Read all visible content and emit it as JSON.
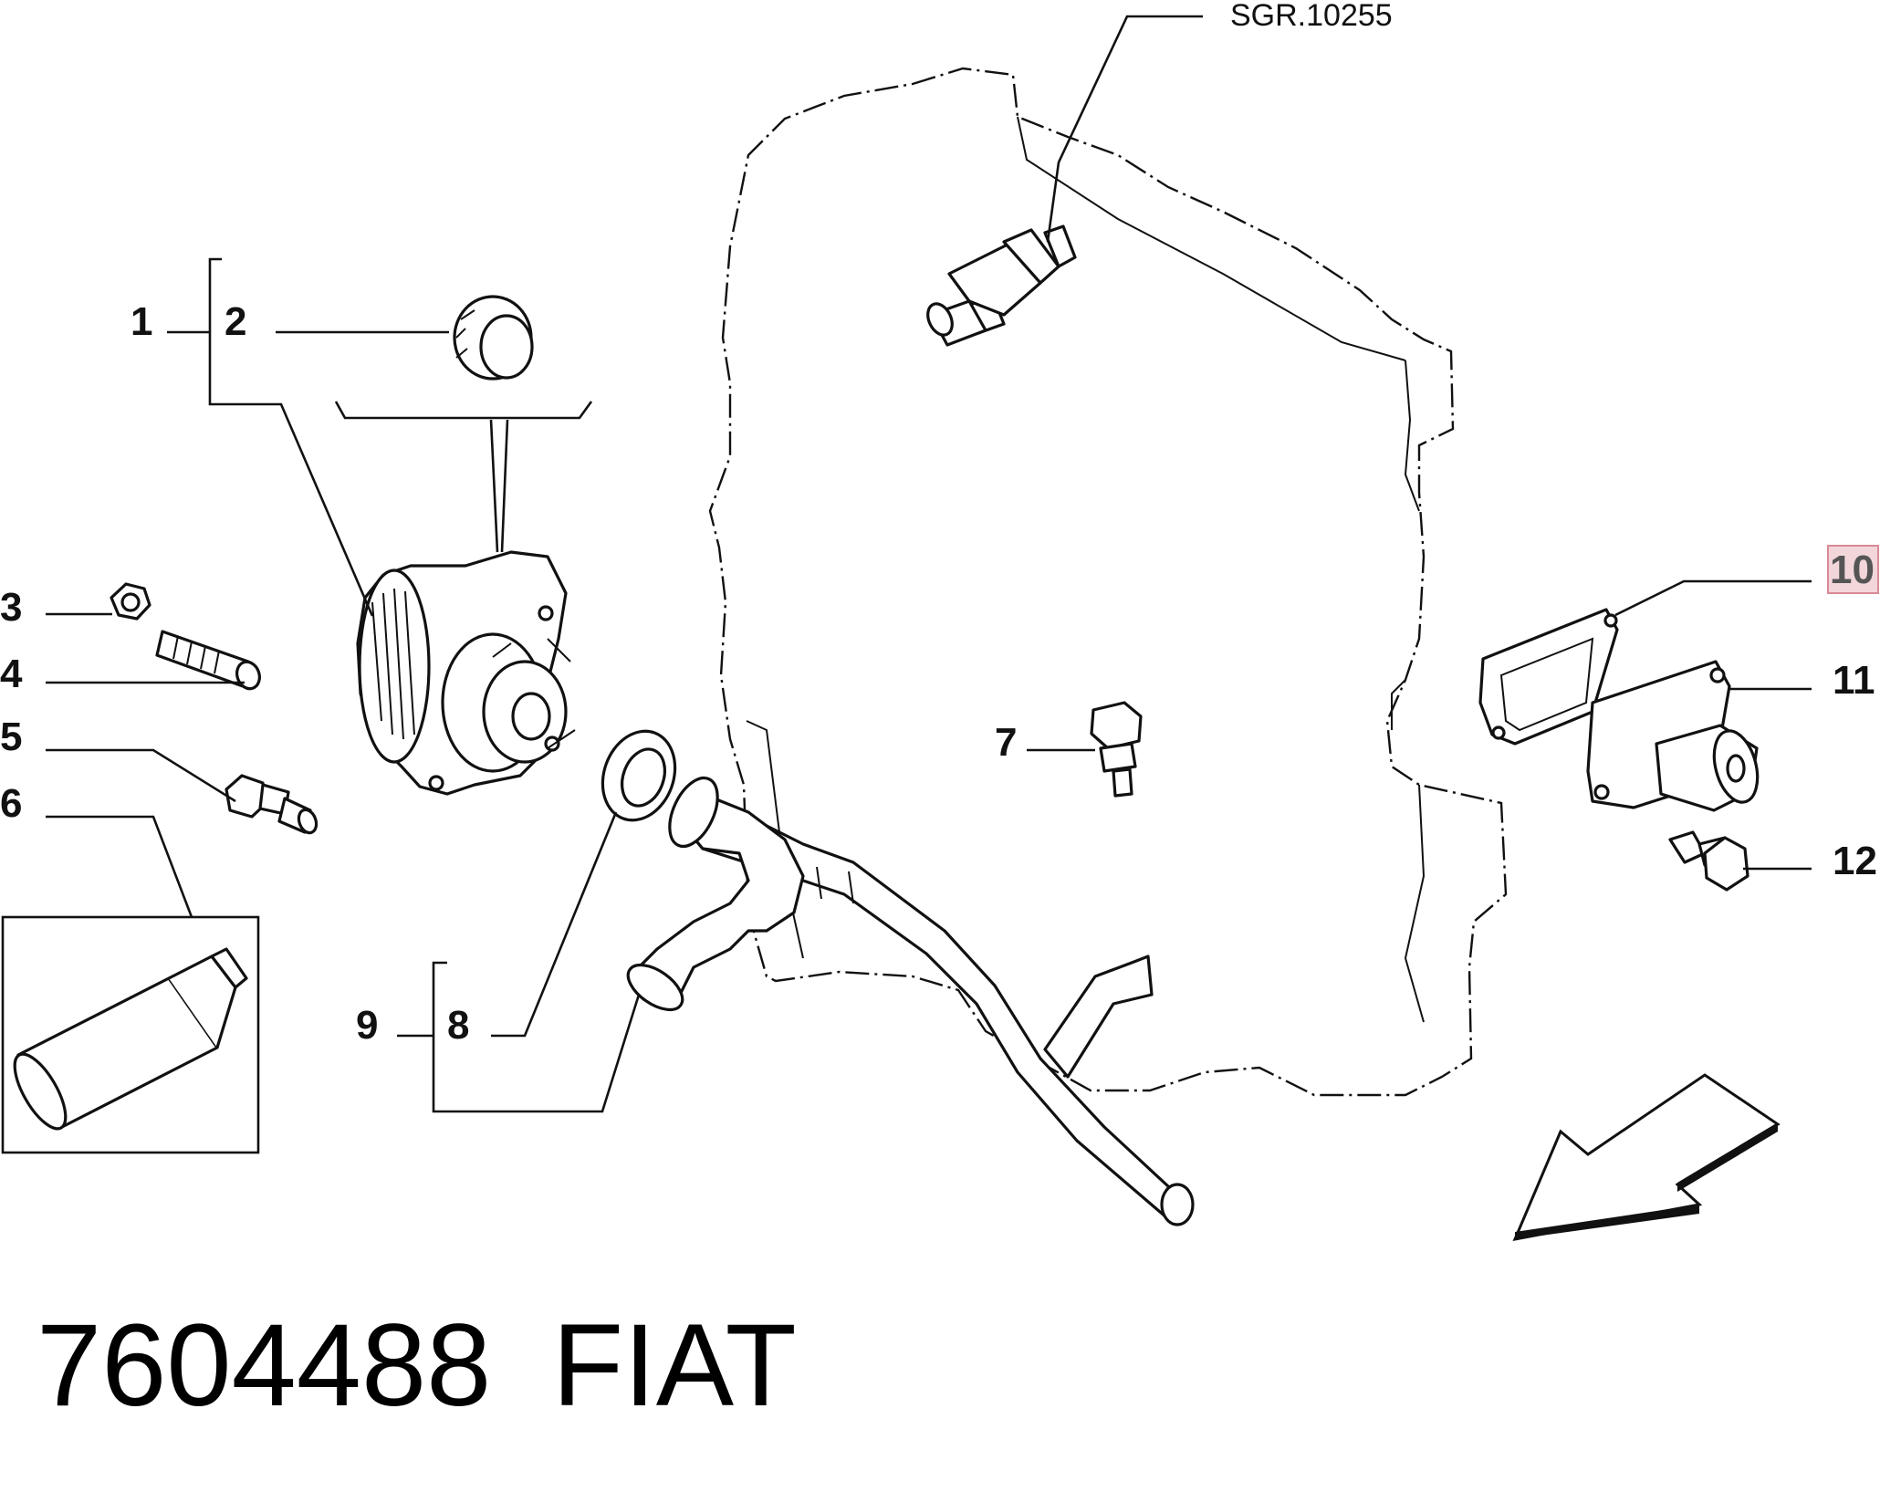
{
  "reference_label": "SGR.10255",
  "callouts": {
    "c1": "1",
    "c2": "2",
    "c3": "3",
    "c4": "4",
    "c5": "5",
    "c6": "6",
    "c7": "7",
    "c8": "8",
    "c9": "9",
    "c10": "10",
    "c11": "11",
    "c12": "12"
  },
  "highlight_color": "#f2d6da",
  "footer": {
    "part_number": "7604488",
    "brand": "FIAT"
  }
}
